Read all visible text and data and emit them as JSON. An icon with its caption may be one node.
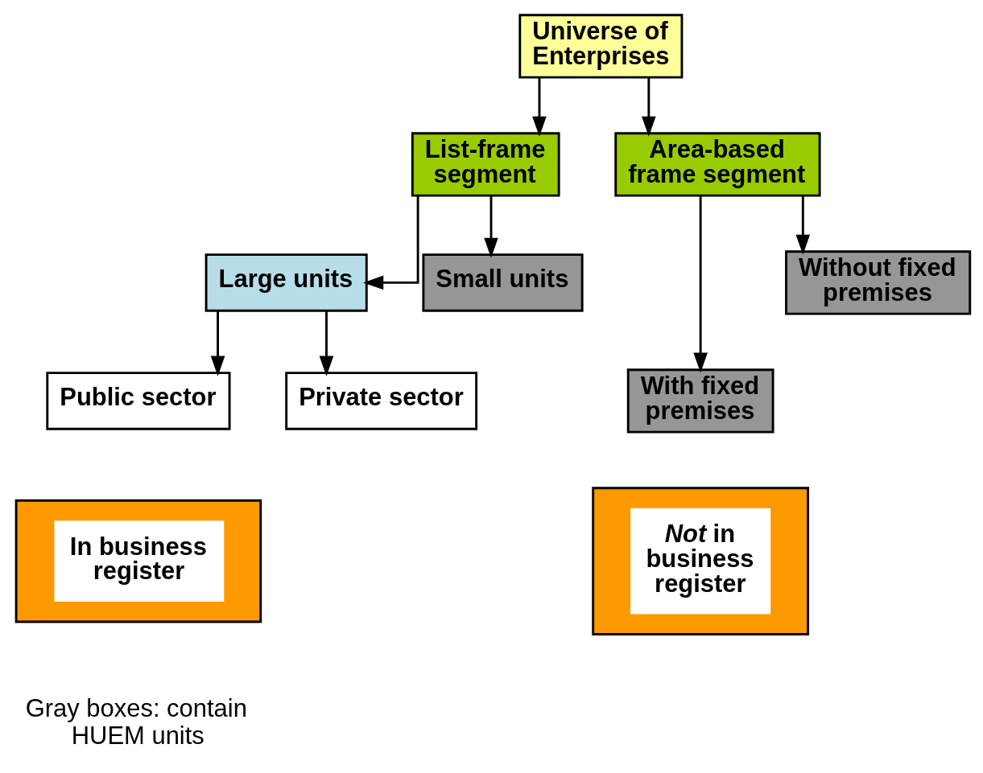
{
  "diagram": {
    "nodes": [
      {
        "text": [
          "Universe of Enterprises"
        ]
      },
      {
        "text": [
          "List-frame segment"
        ]
      },
      {
        "text": [
          "Area-based frame segment"
        ]
      },
      {
        "text": [
          "Large units"
        ]
      },
      {
        "text": [
          "Small units"
        ]
      },
      {
        "text": [
          "With fixed premises"
        ]
      },
      {
        "text": [
          "Without fixed premises"
        ]
      },
      {
        "text": [
          "Public sector"
        ]
      },
      {
        "text": [
          "Private sector"
        ]
      },
      {
        "text": [
          "In business register"
        ]
      },
      {
        "text": [
          "*Not* in business register"
        ]
      }
    ],
    "edges": [
      {
        "from": 0,
        "to": 1,
        "arrow": "to"
      },
      {
        "from": 0,
        "to": 2,
        "arrow": "to"
      },
      {
        "from": 1,
        "to": 3,
        "arrow": "to"
      },
      {
        "from": 1,
        "to": 4,
        "arrow": "to"
      },
      {
        "from": 2,
        "to": 5,
        "arrow": "to"
      },
      {
        "from": 2,
        "to": 6,
        "arrow": "to"
      },
      {
        "from": 3,
        "to": 7,
        "arrow": "to"
      },
      {
        "from": 3,
        "to": 8,
        "arrow": "to"
      }
    ],
    "labels": [
      "Gray boxes: contain HUEM units"
    ]
  }
}
